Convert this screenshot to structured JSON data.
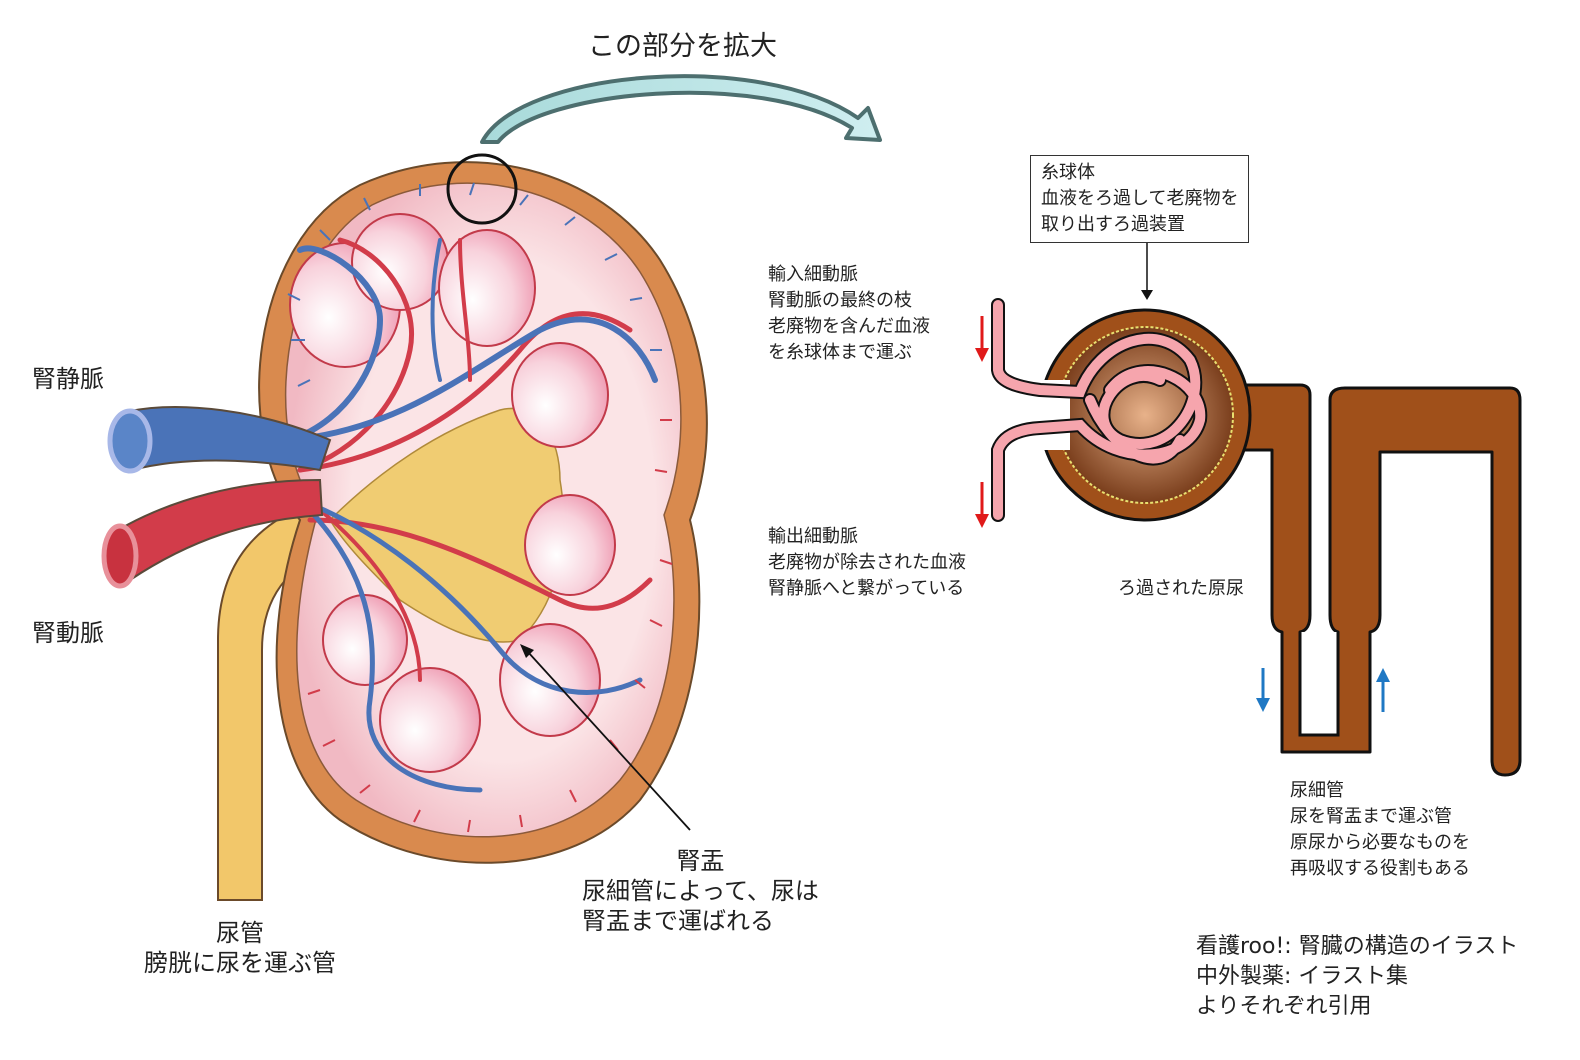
{
  "title": "この部分を拡大",
  "kidney": {
    "renal_vein": "腎静脈",
    "renal_artery": "腎動脈",
    "ureter": {
      "name": "尿管",
      "desc": "膀胱に尿を運ぶ管"
    },
    "renal_pelvis": {
      "name": "腎盂",
      "desc_line1": "尿細管によって、尿は",
      "desc_line2": "腎盂まで運ばれる"
    }
  },
  "nephron": {
    "glomerulus": {
      "name": "糸球体",
      "desc_line1": "血液をろ過して老廃物を",
      "desc_line2": "取り出すろ過装置"
    },
    "afferent": {
      "name": "輸入細動脈",
      "lines": [
        "腎動脈の最終の枝",
        "老廃物を含んだ血液",
        "を糸球体まで運ぶ"
      ]
    },
    "efferent": {
      "name": "輸出細動脈",
      "lines": [
        "老廃物が除去された血液",
        "腎静脈へと繋がっている"
      ]
    },
    "primary_urine": "ろ過された原尿",
    "tubule": {
      "name": "尿細管",
      "lines": [
        "尿を腎盂まで運ぶ管",
        "原尿から必要なものを",
        "再吸収する役割もある"
      ]
    }
  },
  "credits": {
    "line1": "看護roo!: 腎臓の構造のイラスト",
    "line2": "中外製薬: イラスト集",
    "line3": "よりそれぞれ引用"
  },
  "colors": {
    "capsule": "#d98a4e",
    "cortex": "#f6d3d6",
    "pyramid": "#f3b6c4",
    "pelvis": "#f0cc72",
    "vein": "#4a73b8",
    "artery": "#d23c4a",
    "tubule": "#a0501a",
    "capillary": "#f6a5ad",
    "arrow_red": "#e01a1a",
    "arrow_blue": "#1f78c4",
    "magnify_arrow": "#5a8c8c"
  }
}
